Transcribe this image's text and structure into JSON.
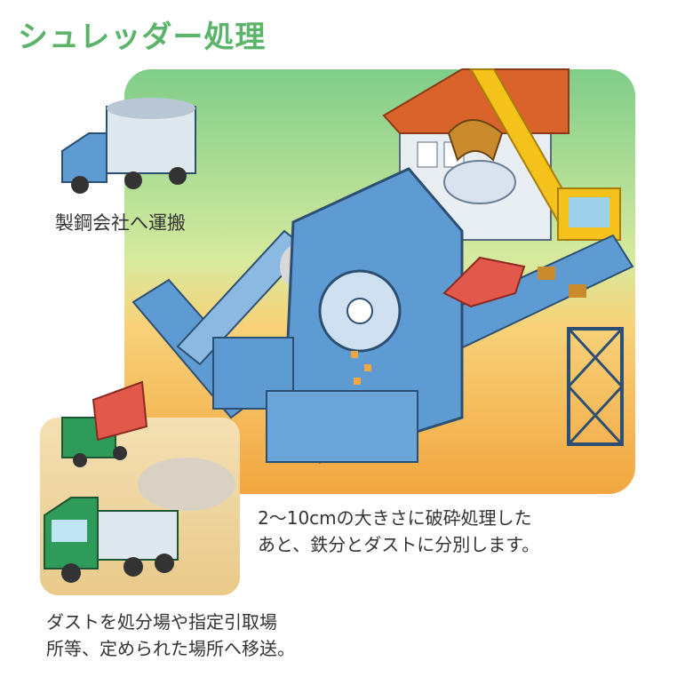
{
  "title": "シュレッダー処理",
  "captions": {
    "haul_to_steel": "製鋼会社へ運搬",
    "crush_line1": "2〜10cmの大きさに破砕処理した",
    "crush_line2": "あと、鉄分とダストに分別します。",
    "dust_line1": "ダストを処分場や指定引取場",
    "dust_line2": "所等、定められた場所へ移送。"
  },
  "colors": {
    "title_green": "#5bb46a",
    "sky_green": "#a9d78c",
    "ground_orange": "#f2a640",
    "machine_blue": "#5f9bd3",
    "roof_orange": "#d9632a",
    "crane_yellow": "#f5c21b",
    "scrap_red": "#e2584a",
    "truck_green": "#2f9b5a"
  }
}
